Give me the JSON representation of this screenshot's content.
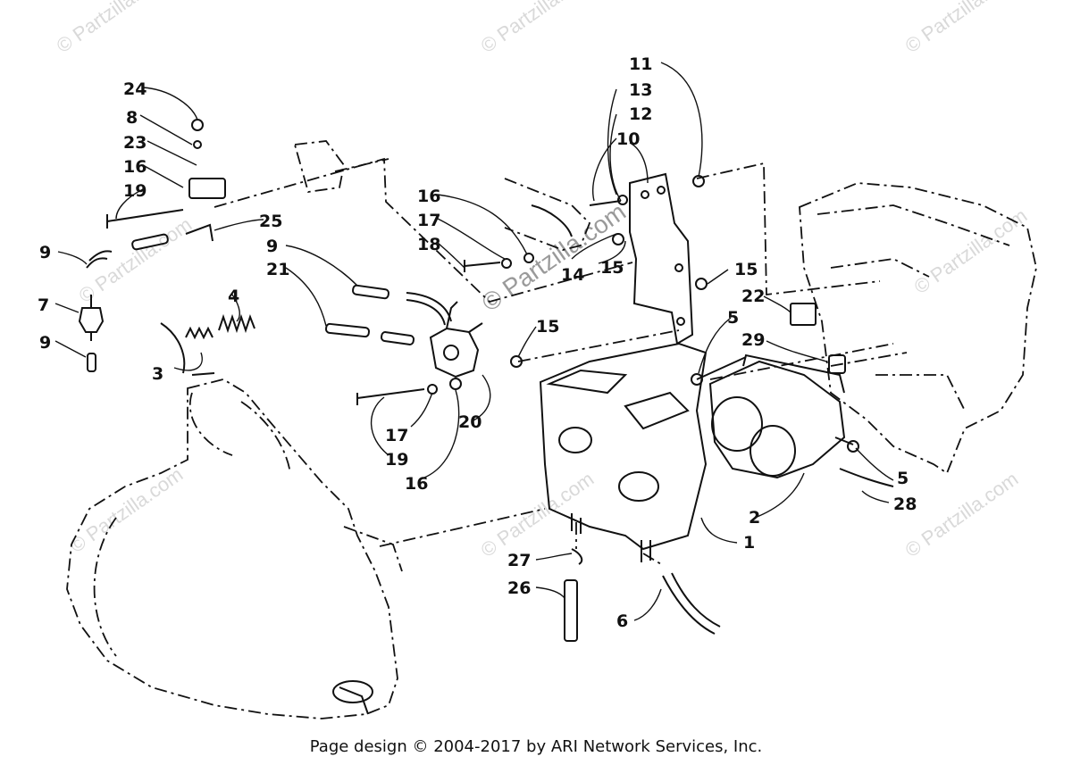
{
  "watermarks": {
    "text": "© Partzilla.com",
    "center_text": "© Partzilla.com"
  },
  "callouts": [
    "1",
    "2",
    "3",
    "4",
    "5",
    "5",
    "6",
    "7",
    "8",
    "9",
    "9",
    "9",
    "10",
    "11",
    "12",
    "13",
    "14",
    "15",
    "15",
    "15",
    "15",
    "16",
    "16",
    "16",
    "17",
    "17",
    "18",
    "19",
    "19",
    "20",
    "21",
    "22",
    "23",
    "24",
    "25",
    "26",
    "27",
    "28",
    "29"
  ],
  "footer": {
    "text": "Page design © 2004-2017 by ARI Network Services, Inc."
  }
}
